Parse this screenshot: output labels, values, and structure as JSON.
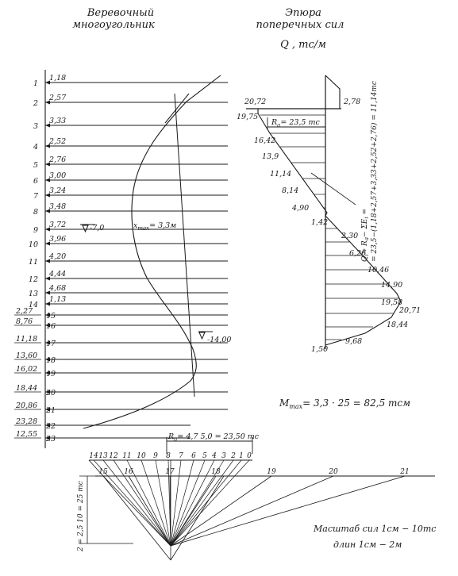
{
  "titles": {
    "polygon_line1": "Веревочный",
    "polygon_line2": "многоугольник",
    "epure_line1": "Эпюра",
    "epure_line2": "поперечных сил",
    "q_units": "Q , тс/м"
  },
  "rows": [
    {
      "n": "1",
      "v": "1,18"
    },
    {
      "n": "2",
      "v": "2,57"
    },
    {
      "n": "3",
      "v": "3,33"
    },
    {
      "n": "4",
      "v": "2,52"
    },
    {
      "n": "5",
      "v": "2,76"
    },
    {
      "n": "6",
      "v": "3,00"
    },
    {
      "n": "7",
      "v": "3,24"
    },
    {
      "n": "8",
      "v": "3,48"
    },
    {
      "n": "9",
      "v": "3,72"
    },
    {
      "n": "10",
      "v": "3,96"
    },
    {
      "n": "11",
      "v": "4,20"
    },
    {
      "n": "12",
      "v": "4,44"
    },
    {
      "n": "13",
      "v": "4,68"
    },
    {
      "n": "14",
      "v": "1,13"
    },
    {
      "n": "15",
      "v": "2,27"
    },
    {
      "n": "16",
      "v": "8,76"
    },
    {
      "n": "17",
      "v": "11,18"
    },
    {
      "n": "18",
      "v": "13,60"
    },
    {
      "n": "19",
      "v": "16,02"
    },
    {
      "n": "20",
      "v": "18,44"
    },
    {
      "n": "21",
      "v": "20,86"
    },
    {
      "n": "22",
      "v": "23,28"
    },
    {
      "n": "23",
      "v": "12,55"
    }
  ],
  "polygon": {
    "level_left": "-7,0",
    "xmax": "x",
    "xmax_sub": "max",
    "xmax_val": "= 3,3м",
    "level_right": "-14,00"
  },
  "shear": {
    "top_left": "20,72",
    "top_right": "2,78",
    "ra": "R",
    "ra_sub": "a",
    "ra_val": "= 23,5 тс",
    "neg_values": [
      "19,75",
      "16,42",
      "13,9",
      "11,14",
      "8,14",
      "4,90",
      "1,42"
    ],
    "pos_values": [
      "2,30",
      "6,26",
      "10,46",
      "14,90",
      "19,58",
      "20,71",
      "18,44",
      "9,68",
      "1,50"
    ],
    "formula_line1": "Q",
    "formula_line1_sub": "i",
    "formula_line1_rest": "= R",
    "formula_line1_sub2": "a",
    "formula_line1_rest2": "− ΣE",
    "formula_line1_sub3": "i",
    "formula_line1_rest3": " =",
    "formula_line2": "= 23,5−(1,18+2,57+3,33+2,52+2,76) = 11,14тс"
  },
  "mmax": {
    "label": "M",
    "sub": "max",
    "value": "= 3,3 · 25 = 82,5 тсм"
  },
  "force_polygon": {
    "ra_label": "R",
    "ra_sub": "a",
    "ra_value": "= 4,7 5,0 = 23,50 тс",
    "top_numbers": [
      "14",
      "13",
      "12",
      "11",
      "10",
      "9",
      "8",
      "7",
      "6",
      "5",
      "4",
      "3",
      "2",
      "1",
      "0"
    ],
    "ray_labels": [
      "15",
      "16",
      "17",
      "18",
      "19",
      "20",
      "21"
    ],
    "pole_distance": "2 = 2,5 10 = 25 тс"
  },
  "scale": {
    "line1": "Масштаб  сил  1см − 10тс",
    "line2": "длин  1см − 2м"
  }
}
